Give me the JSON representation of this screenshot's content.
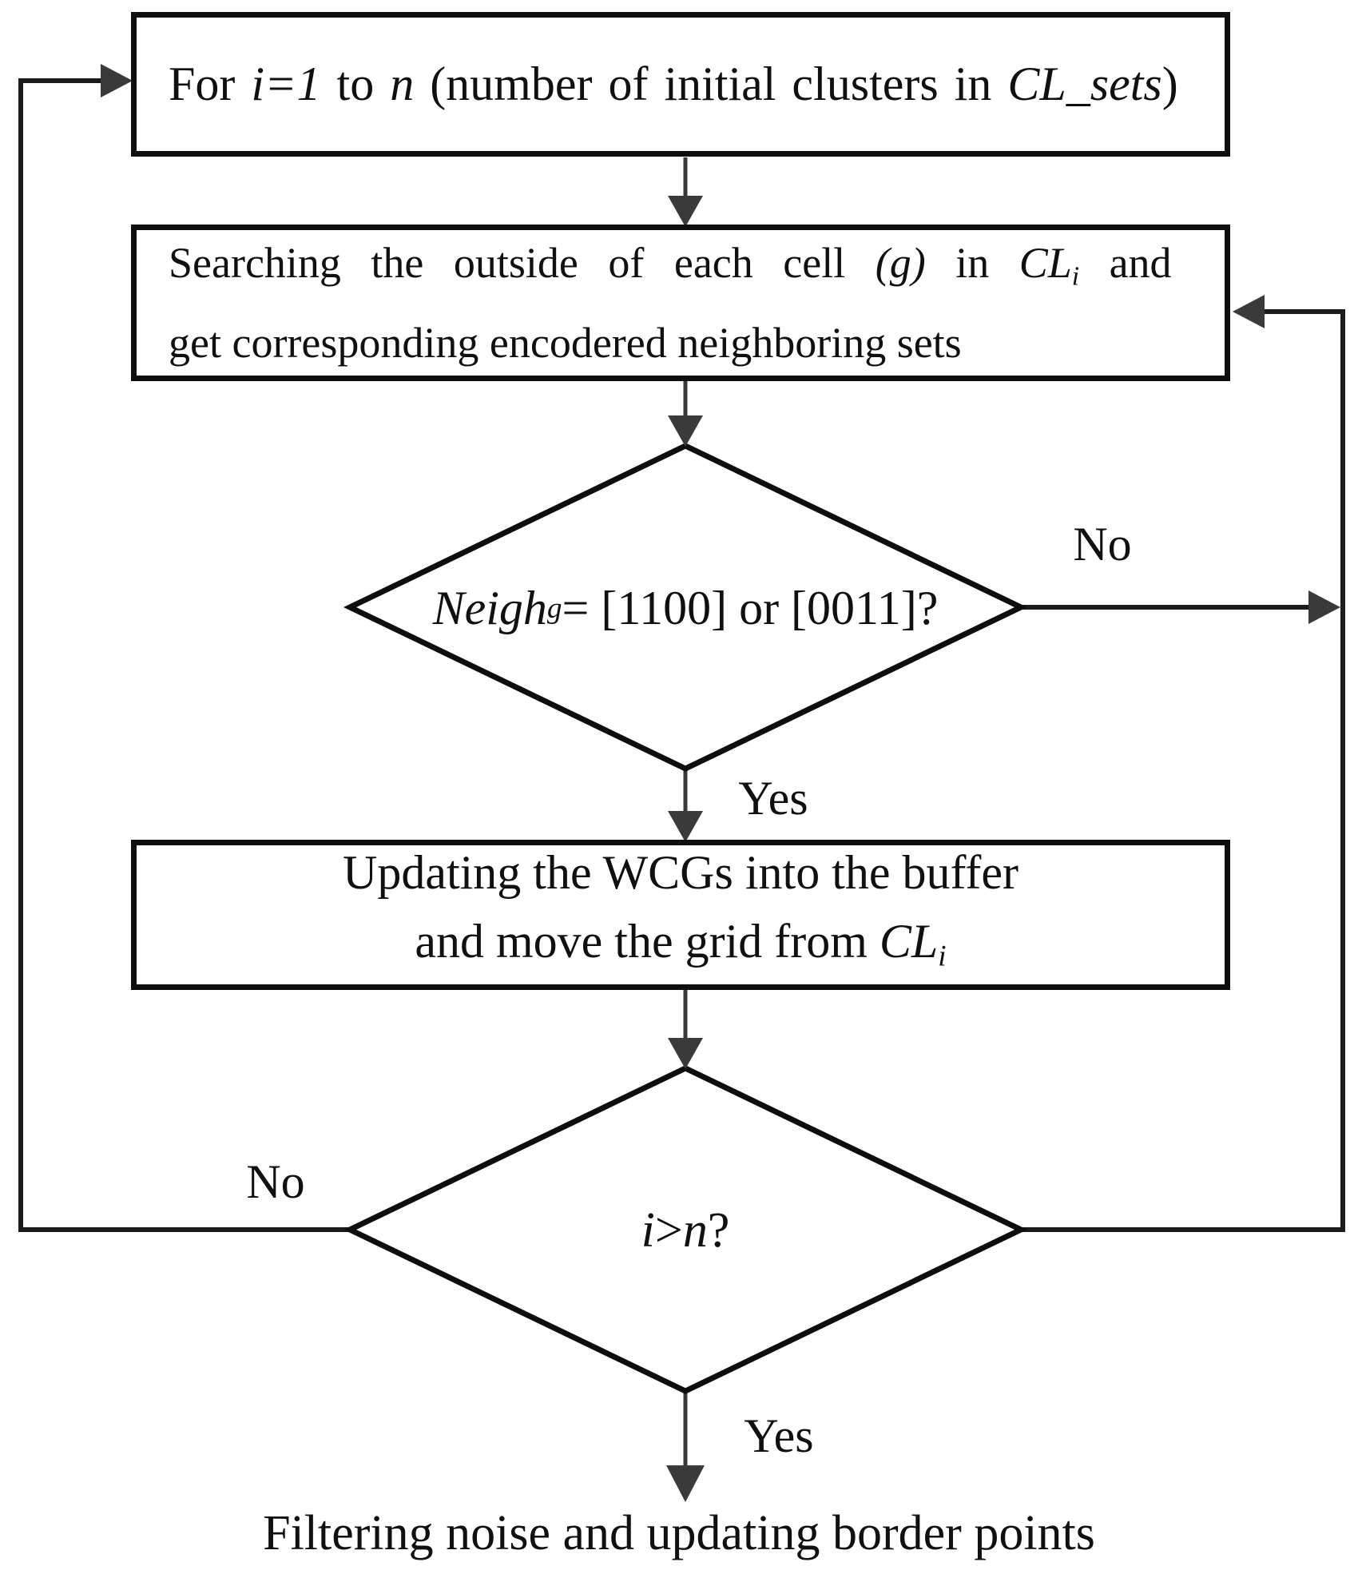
{
  "figure": {
    "type": "flowchart",
    "description": "Clustering algorithm loop flowchart"
  },
  "colors": {
    "background": "#ffffff",
    "node_border": "#0e0e0e",
    "loop_line": "#1c1c1c",
    "connector_line": "#383838",
    "arrowhead": "#3a3a3a",
    "text": "#101010"
  },
  "nodes": {
    "for_loop": {
      "pre": "For ",
      "iter": "i=1",
      "mid1": " to ",
      "n": "n",
      "mid2": " (number of initial clusters in ",
      "set": "CL_sets",
      "post": ")"
    },
    "search": {
      "l1_pre": "Searching the outside of each cell ",
      "l1_g": "(g)",
      "l1_mid": " in ",
      "l1_cl": "CL",
      "l1_sub": "i",
      "l1_post": " and",
      "l2": "get corresponding encodered neighboring sets"
    },
    "neigh_check": {
      "var": "Neigh",
      "sub": "g",
      "rest": " = [1100] or [0011]?"
    },
    "update": {
      "l1": "Updating the WCGs into the buffer",
      "l2_pre": "and move the grid from ",
      "l2_cl": "CL",
      "l2_sub": "i"
    },
    "i_check": {
      "i": "i",
      "op": " > ",
      "n": "n",
      "q": "?"
    },
    "filtering": {
      "text": "Filtering noise and updating border points"
    }
  },
  "labels": {
    "neigh_no": "No",
    "neigh_yes": "Yes",
    "i_no": "No",
    "i_yes": "Yes"
  }
}
